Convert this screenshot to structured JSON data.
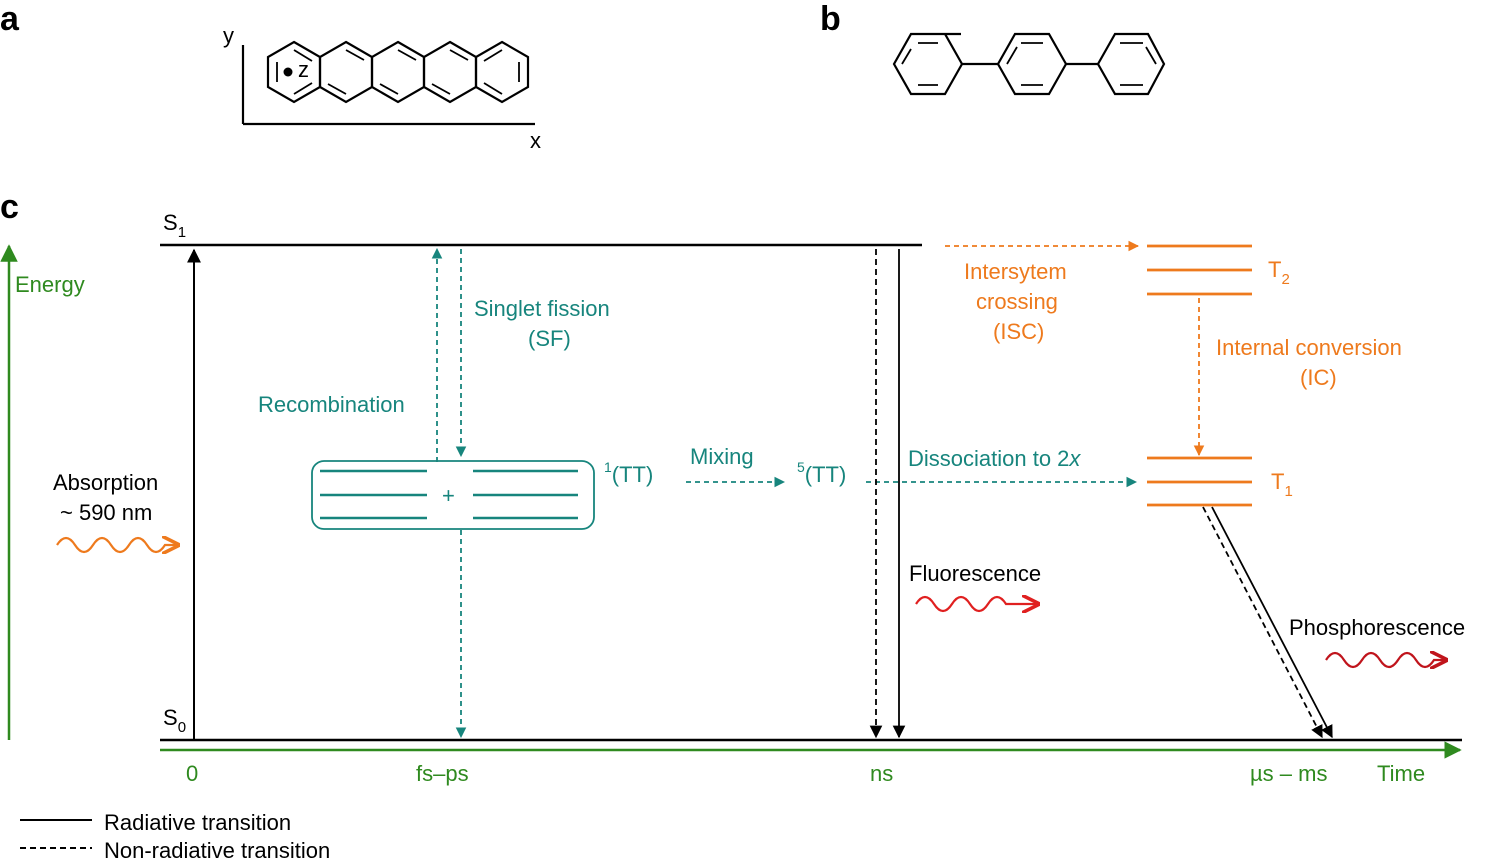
{
  "panels": {
    "a": "a",
    "b": "b",
    "c": "c"
  },
  "molecule_a": {
    "axis_y": "y",
    "axis_x": "x",
    "axis_z": "z"
  },
  "levels": {
    "s1_main": "S",
    "s1_sub": "1",
    "s0_main": "S",
    "s0_sub": "0",
    "t2_main": "T",
    "t2_sub": "2",
    "t1_main": "T",
    "t1_sub": "1"
  },
  "energy_label": "Energy",
  "absorption": {
    "line1": "Absorption",
    "line2": "~ 590 nm"
  },
  "singlet_fission": {
    "line1": "Singlet fission",
    "line2": "(SF)"
  },
  "recombination": "Recombination",
  "tt_plus": "+",
  "tt1": {
    "sup": "1",
    "main": "(TT)"
  },
  "mixing": "Mixing",
  "tt5": {
    "sup": "5",
    "main": "(TT)"
  },
  "dissociation": {
    "text": "Dissociation to 2",
    "italic": "x"
  },
  "isc": {
    "line1": "Intersytem",
    "line2": "crossing",
    "line3": "(ISC)"
  },
  "ic": {
    "line1": "Internal conversion",
    "line2": "(IC)"
  },
  "fluorescence": "Fluorescence",
  "phosphorescence": "Phosphorescence",
  "time_axis": {
    "t0": "0",
    "t1": "fs–ps",
    "t2": "ns",
    "t3": "µs – ms",
    "label": "Time"
  },
  "legend": {
    "radiative": "Radiative transition",
    "nonradiative": "Non-radiative transition"
  },
  "colors": {
    "teal": "#17857d",
    "orange": "#ee7a1d",
    "green": "#2f8a1f",
    "red": "#e02020",
    "darkred": "#c0141c"
  }
}
